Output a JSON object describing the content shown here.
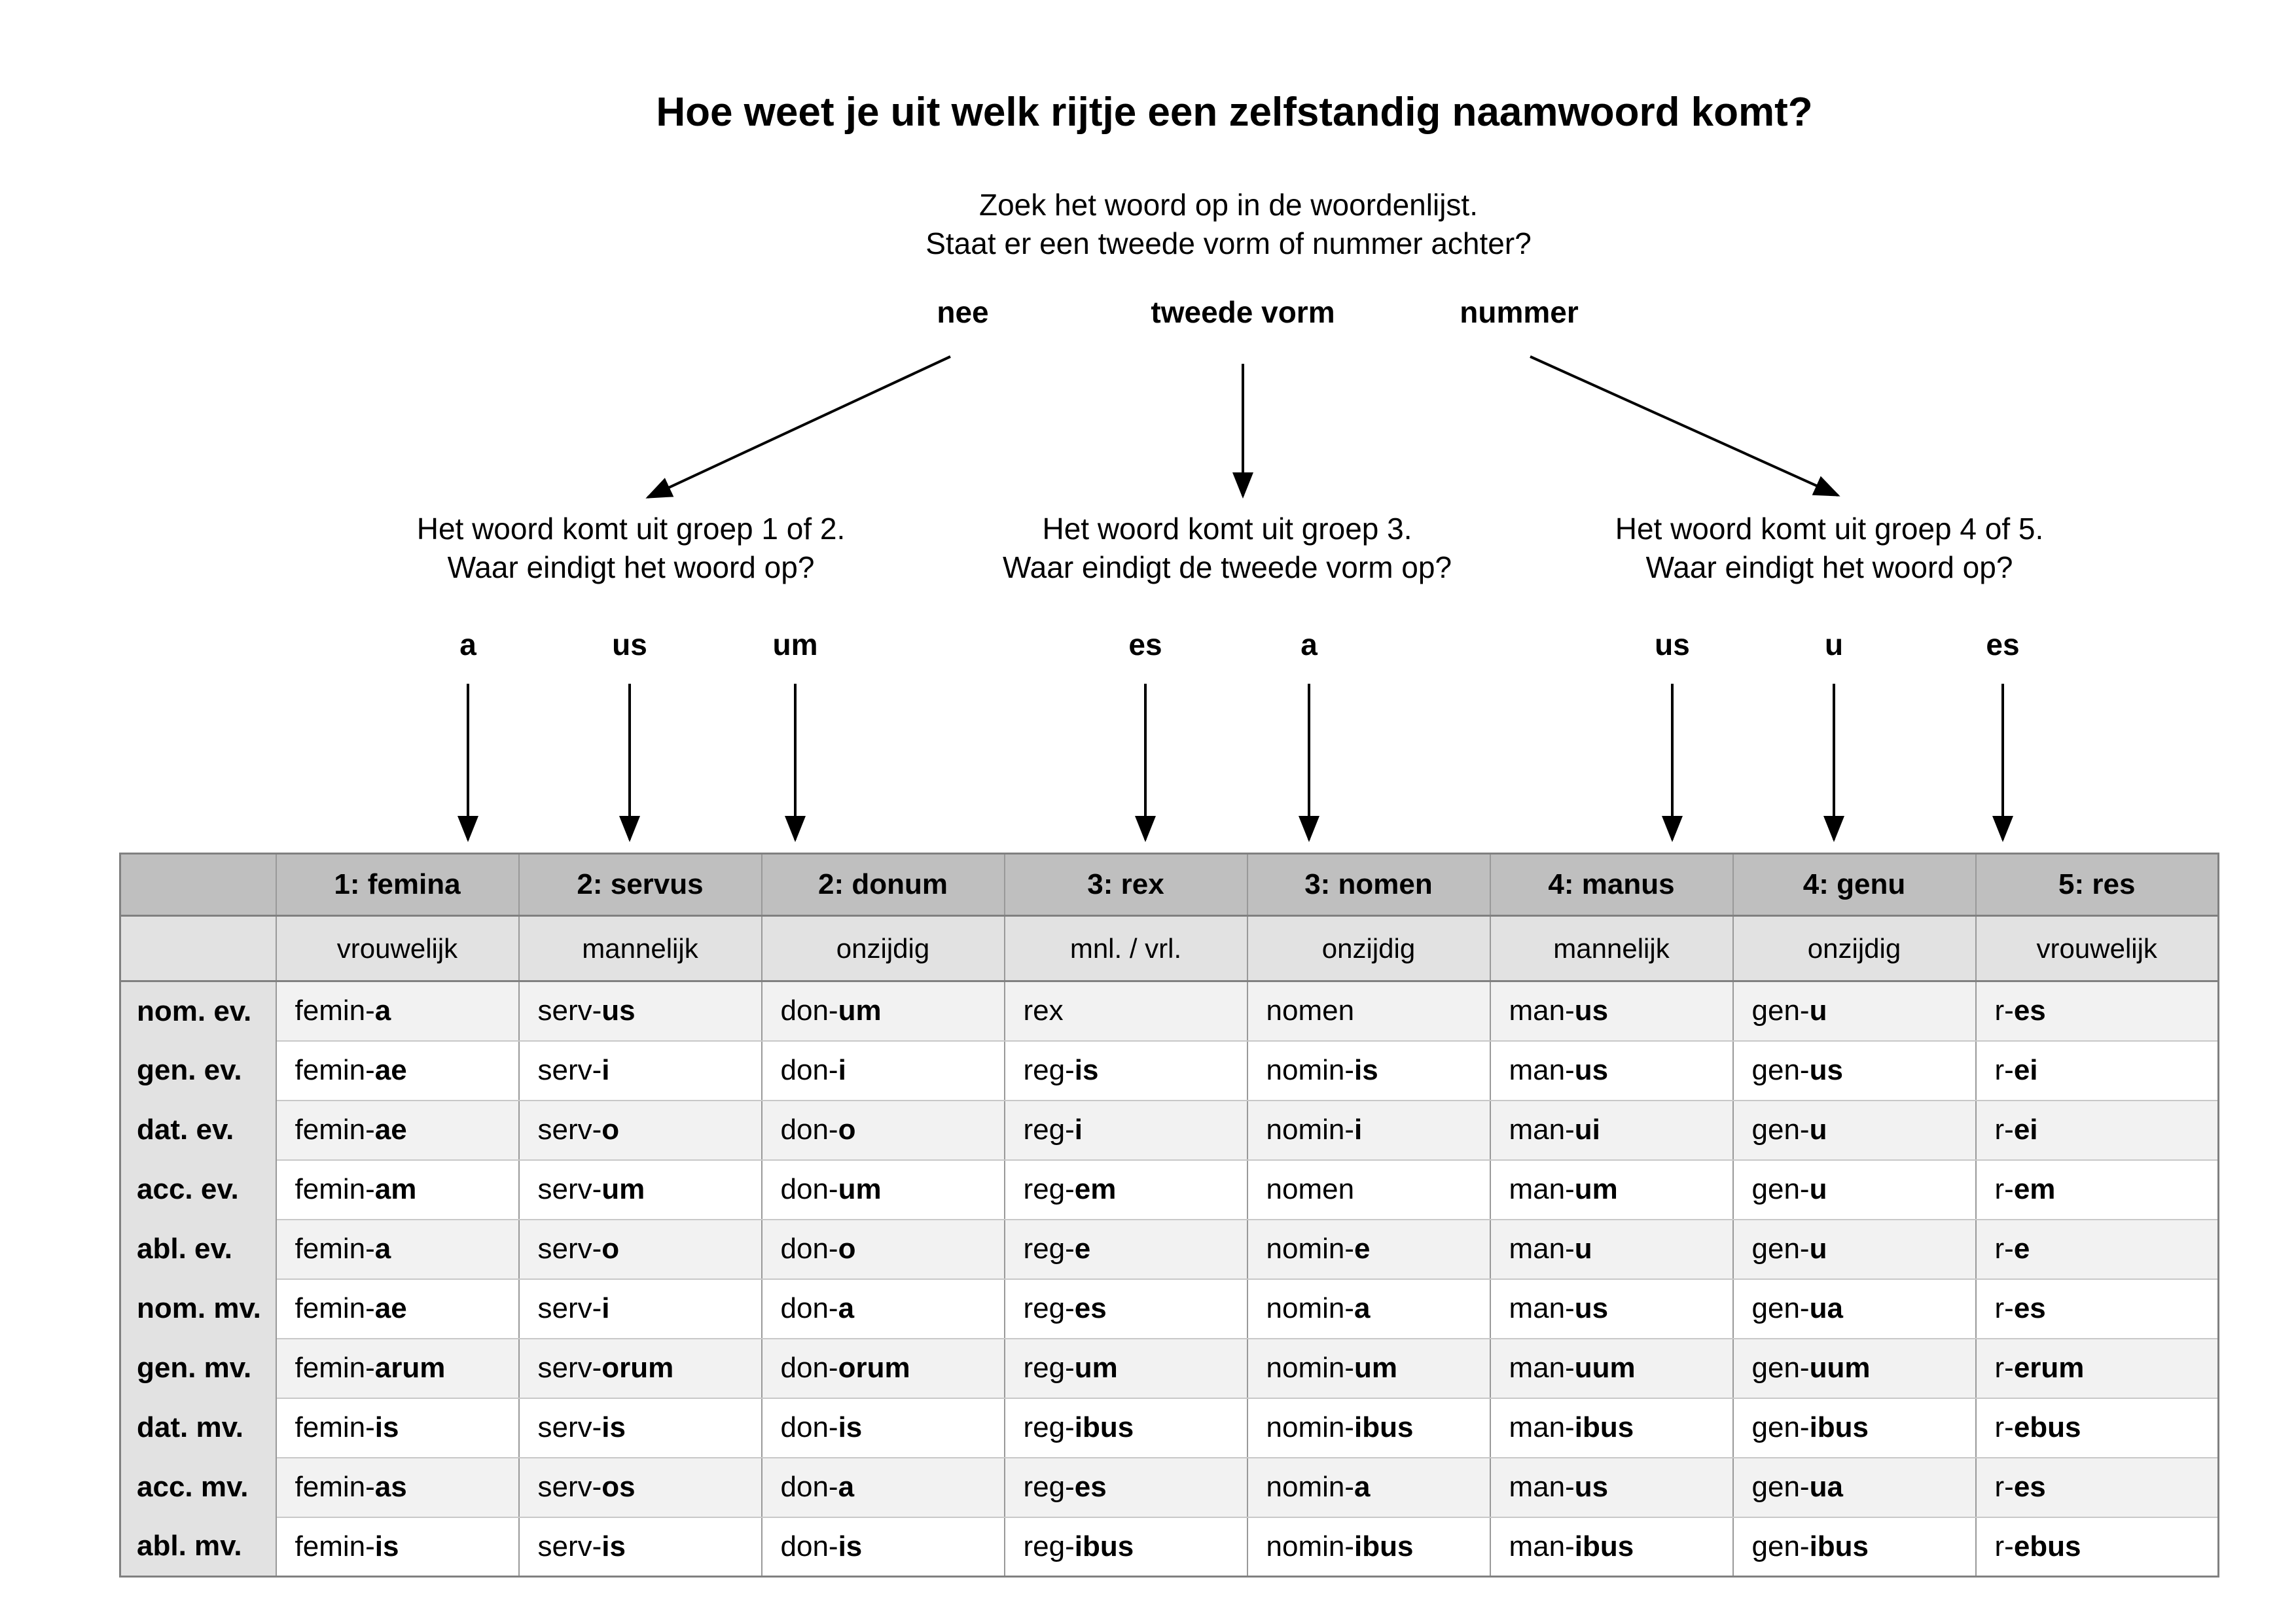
{
  "title": "Hoe weet je uit welk rijtje een zelfstandig naamwoord komt?",
  "intro": {
    "line1": "Zoek het woord op in de woordenlijst.",
    "line2": "Staat er een tweede vorm of nummer achter?"
  },
  "branches": [
    {
      "label": "nee",
      "desc1": "Het woord komt uit groep 1 of 2.",
      "desc2": "Waar eindigt het woord op?",
      "endings": [
        "a",
        "us",
        "um"
      ]
    },
    {
      "label": "tweede vorm",
      "desc1": "Het woord komt uit groep 3.",
      "desc2": "Waar eindigt de tweede vorm op?",
      "endings": [
        "es",
        "a"
      ]
    },
    {
      "label": "nummer",
      "desc1": "Het woord komt uit groep 4 of 5.",
      "desc2": "Waar eindigt het woord op?",
      "endings": [
        "us",
        "u",
        "es"
      ]
    }
  ],
  "table": {
    "headers": [
      "",
      "1: femina",
      "2: servus",
      "2: donum",
      "3: rex",
      "3: nomen",
      "4: manus",
      "4: genu",
      "5: res"
    ],
    "genders": [
      "",
      "vrouwelijk",
      "mannelijk",
      "onzijdig",
      "mnl. / vrl.",
      "onzijdig",
      "mannelijk",
      "onzijdig",
      "vrouwelijk"
    ],
    "rows": [
      {
        "label": "nom. ev.",
        "cells": [
          [
            "femin",
            "a"
          ],
          [
            "serv",
            "us"
          ],
          [
            "don",
            "um"
          ],
          [
            "rex",
            ""
          ],
          [
            "nomen",
            ""
          ],
          [
            "man",
            "us"
          ],
          [
            "gen",
            "u"
          ],
          [
            "r",
            "es"
          ]
        ]
      },
      {
        "label": "gen. ev.",
        "cells": [
          [
            "femin",
            "ae"
          ],
          [
            "serv",
            "i"
          ],
          [
            "don",
            "i"
          ],
          [
            "reg",
            "is"
          ],
          [
            "nomin",
            "is"
          ],
          [
            "man",
            "us"
          ],
          [
            "gen",
            "us"
          ],
          [
            "r",
            "ei"
          ]
        ]
      },
      {
        "label": "dat. ev.",
        "cells": [
          [
            "femin",
            "ae"
          ],
          [
            "serv",
            "o"
          ],
          [
            "don",
            "o"
          ],
          [
            "reg",
            "i"
          ],
          [
            "nomin",
            "i"
          ],
          [
            "man",
            "ui"
          ],
          [
            "gen",
            "u"
          ],
          [
            "r",
            "ei"
          ]
        ]
      },
      {
        "label": "acc. ev.",
        "cells": [
          [
            "femin",
            "am"
          ],
          [
            "serv",
            "um"
          ],
          [
            "don",
            "um"
          ],
          [
            "reg",
            "em"
          ],
          [
            "nomen",
            ""
          ],
          [
            "man",
            "um"
          ],
          [
            "gen",
            "u"
          ],
          [
            "r",
            "em"
          ]
        ]
      },
      {
        "label": "abl. ev.",
        "cells": [
          [
            "femin",
            "a"
          ],
          [
            "serv",
            "o"
          ],
          [
            "don",
            "o"
          ],
          [
            "reg",
            "e"
          ],
          [
            "nomin",
            "e"
          ],
          [
            "man",
            "u"
          ],
          [
            "gen",
            "u"
          ],
          [
            "r",
            "e"
          ]
        ]
      },
      {
        "label": "nom. mv.",
        "cells": [
          [
            "femin",
            "ae"
          ],
          [
            "serv",
            "i"
          ],
          [
            "don",
            "a"
          ],
          [
            "reg",
            "es"
          ],
          [
            "nomin",
            "a"
          ],
          [
            "man",
            "us"
          ],
          [
            "gen",
            "ua"
          ],
          [
            "r",
            "es"
          ]
        ]
      },
      {
        "label": "gen. mv.",
        "cells": [
          [
            "femin",
            "arum"
          ],
          [
            "serv",
            "orum"
          ],
          [
            "don",
            "orum"
          ],
          [
            "reg",
            "um"
          ],
          [
            "nomin",
            "um"
          ],
          [
            "man",
            "uum"
          ],
          [
            "gen",
            "uum"
          ],
          [
            "r",
            "erum"
          ]
        ]
      },
      {
        "label": "dat. mv.",
        "cells": [
          [
            "femin",
            "is"
          ],
          [
            "serv",
            "is"
          ],
          [
            "don",
            "is"
          ],
          [
            "reg",
            "ibus"
          ],
          [
            "nomin",
            "ibus"
          ],
          [
            "man",
            "ibus"
          ],
          [
            "gen",
            "ibus"
          ],
          [
            "r",
            "ebus"
          ]
        ]
      },
      {
        "label": "acc. mv.",
        "cells": [
          [
            "femin",
            "as"
          ],
          [
            "serv",
            "os"
          ],
          [
            "don",
            "a"
          ],
          [
            "reg",
            "es"
          ],
          [
            "nomin",
            "a"
          ],
          [
            "man",
            "us"
          ],
          [
            "gen",
            "ua"
          ],
          [
            "r",
            "es"
          ]
        ]
      },
      {
        "label": "abl. mv.",
        "cells": [
          [
            "femin",
            "is"
          ],
          [
            "serv",
            "is"
          ],
          [
            "don",
            "is"
          ],
          [
            "reg",
            "ibus"
          ],
          [
            "nomin",
            "ibus"
          ],
          [
            "man",
            "ibus"
          ],
          [
            "gen",
            "ibus"
          ],
          [
            "r",
            "ebus"
          ]
        ]
      }
    ]
  },
  "colors": {
    "header_bg": "#bfbfbf",
    "subheader_bg": "#e2e2e2",
    "label_col_bg": "#e2e2e2",
    "row_alt_bg": "#f2f2f2",
    "row_bg": "#ffffff",
    "grid_border": "#999999",
    "arrow": "#000000"
  }
}
